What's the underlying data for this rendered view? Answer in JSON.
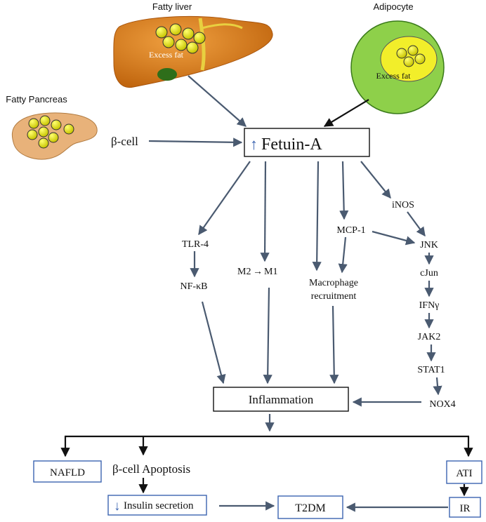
{
  "figure": {
    "sources": {
      "fatty_liver_label": "Fatty liver",
      "liver_excess_fat": "Excess  fat",
      "adipocyte_label": "Adipocyte",
      "adipocyte_excess_fat": "Excess  fat",
      "fatty_pancreas_label": "Fatty Pancreas",
      "beta_cell": "β-cell"
    },
    "hub": {
      "label": "Fetuin-A",
      "up_arrow": "↑"
    },
    "mediators": {
      "tlr4": "TLR-4",
      "nfkb": "NF-κB",
      "m2m1": "M2",
      "m2m1_arrow": "→",
      "m1": "M1",
      "macrophage_1": "Macrophage",
      "macrophage_2": "recruitment",
      "mcp1": "MCP-1",
      "inos": "iNOS",
      "jnk": "JNK",
      "cjun": "cJun",
      "ifng": "IFNγ",
      "jak2": "JAK2",
      "stat1": "STAT1",
      "nox4": "NOX4"
    },
    "inflammation": "Inflammation",
    "outcomes": {
      "nafld": "NAFLD",
      "beta_apoptosis": "β-cell Apoptosis",
      "insulin_down": "↓",
      "insulin": "Insulin secretion",
      "ati": "ATI",
      "ir": "IR",
      "t2dm": "T2DM"
    },
    "colors": {
      "arrow": "#4a5a70",
      "liver": "#d97a1a",
      "adipocyte_outer": "#8ed04a",
      "adipocyte_inner": "#f2ee2a",
      "fat_droplet": "#e6e21a",
      "pancreas": "#e8b27a",
      "outcome_box_border": "#3b64b0"
    }
  }
}
